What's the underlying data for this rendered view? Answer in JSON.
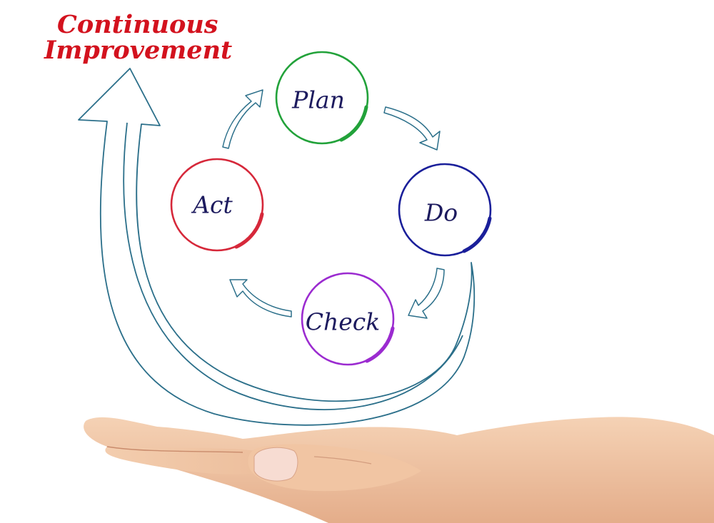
{
  "title": {
    "line1": "Continuous",
    "line2": "Improvement",
    "color": "#d3121e"
  },
  "cycle": {
    "label_color": "#1c1a5e",
    "arrow_color": "#2b6f8a",
    "nodes": [
      {
        "id": "plan",
        "label": "Plan",
        "color": "#22a23a"
      },
      {
        "id": "do",
        "label": "Do",
        "color": "#1a1f9a"
      },
      {
        "id": "check",
        "label": "Check",
        "color": "#9b2bd0"
      },
      {
        "id": "act",
        "label": "Act",
        "color": "#d6283a"
      }
    ]
  },
  "hand": {
    "skin_color": "#f0c7a6"
  }
}
